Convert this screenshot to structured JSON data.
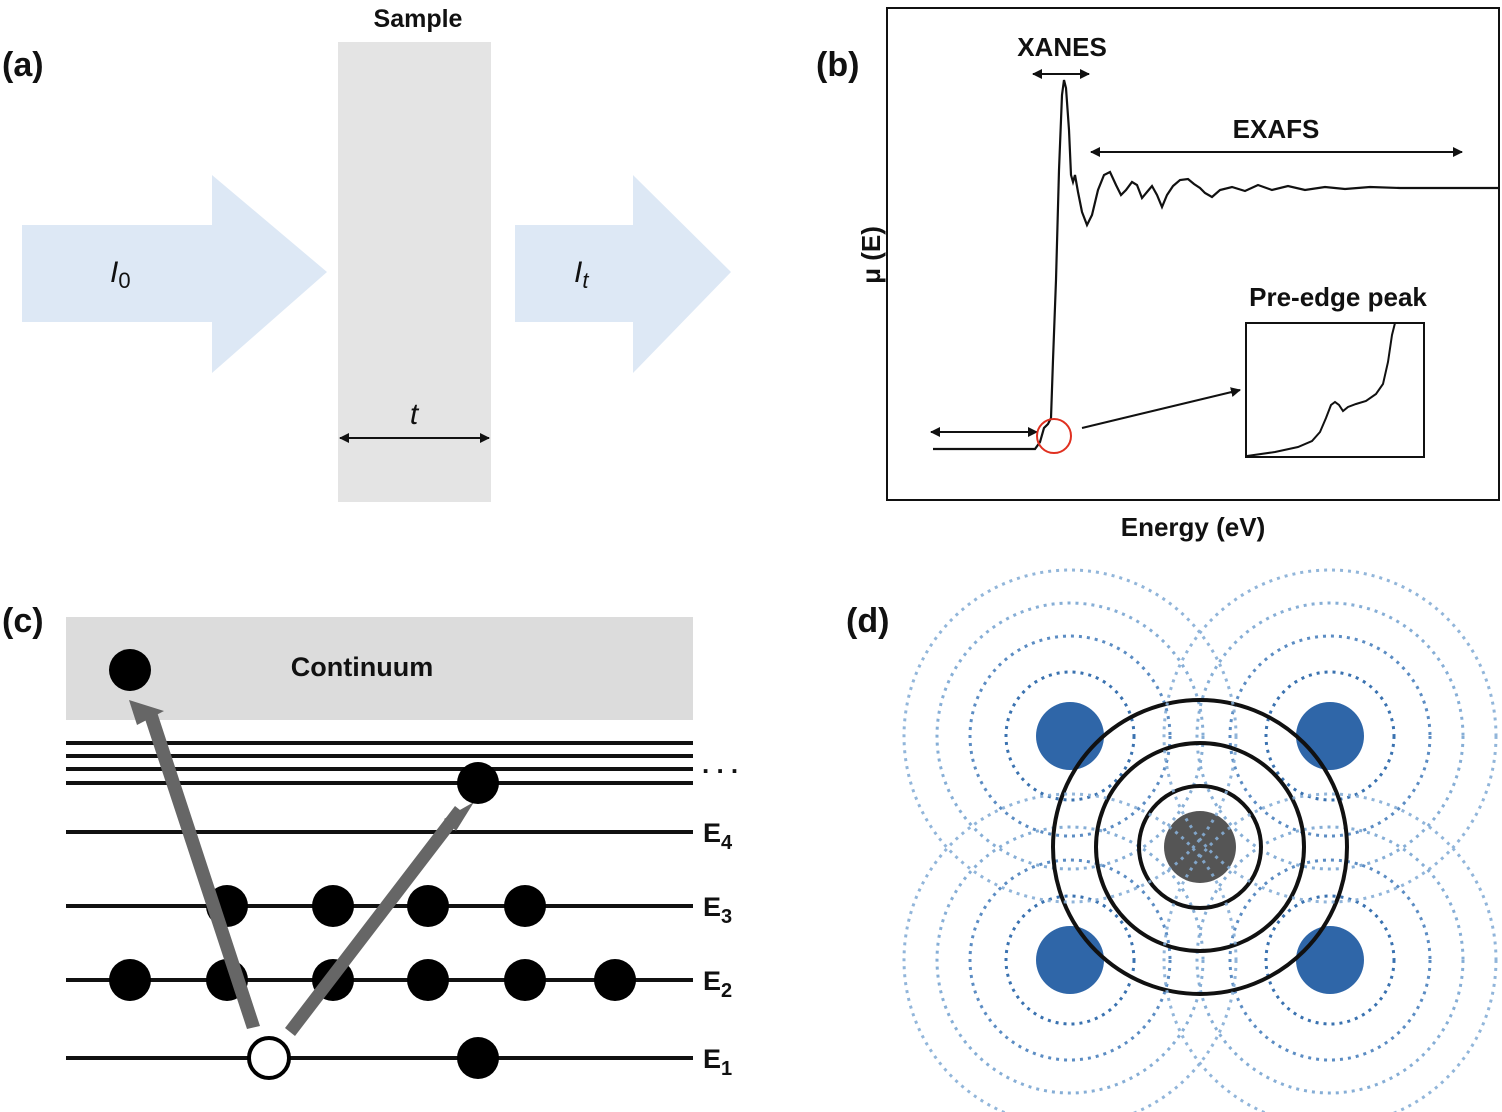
{
  "panel_a": {
    "label": "(a)",
    "sample_label": "Sample",
    "incident_symbol": "I",
    "incident_subscript": "0",
    "transmitted_symbol": "I",
    "transmitted_subscript": "t",
    "thickness_symbol": "t",
    "colors": {
      "arrow": "#dde8f5",
      "sample": "#e4e4e4"
    }
  },
  "panel_b": {
    "label": "(b)",
    "xanes_label": "XANES",
    "exafs_label": "EXAFS",
    "y_axis_label": "μ (E)",
    "x_axis_label": "Energy (eV)",
    "inset_label": "Pre-edge peak",
    "colors": {
      "highlight_circle": "#e03020"
    }
  },
  "panel_c": {
    "label": "(c)",
    "continuum_label": "Continuum",
    "ellipsis": ". . .",
    "levels": [
      {
        "name": "E",
        "subscript": "4"
      },
      {
        "name": "E",
        "subscript": "3"
      },
      {
        "name": "E",
        "subscript": "2"
      },
      {
        "name": "E",
        "subscript": "1"
      }
    ],
    "electrons_per_level": {
      "E3": 4,
      "E2": 6,
      "E1": 1,
      "upper_band": 1,
      "continuum": 1
    },
    "colors": {
      "continuum": "#dcdcdc",
      "transition_arrow": "#666666"
    }
  },
  "panel_d": {
    "label": "(d)",
    "colors": {
      "neighbor_atom": "#2f66a8",
      "absorber_atom": "#555555",
      "outgoing_wave": "#111111",
      "scattered_wave_inner": "#3a72b0",
      "scattered_wave_outer": "#86aed6"
    }
  }
}
